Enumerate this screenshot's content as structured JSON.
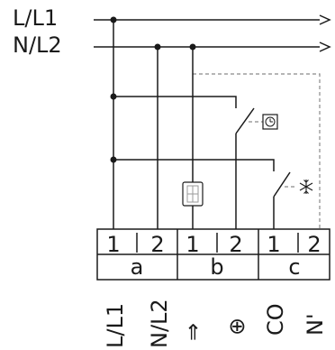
{
  "lines": {
    "phase": "L/L1",
    "neutral": "N/L2"
  },
  "terminal_block": {
    "groups": [
      {
        "letter": "a",
        "pins": [
          "1",
          "2"
        ]
      },
      {
        "letter": "b",
        "pins": [
          "1",
          "2"
        ]
      },
      {
        "letter": "c",
        "pins": [
          "1",
          "2"
        ]
      }
    ]
  },
  "bottom_labels": [
    "L/L1",
    "N/L2",
    "⇒",
    "⊕",
    "CO",
    "N'"
  ],
  "icons": {
    "timer": "clock-icon",
    "defrost": "snowflake-icon",
    "device": "thermostat-device-icon"
  }
}
